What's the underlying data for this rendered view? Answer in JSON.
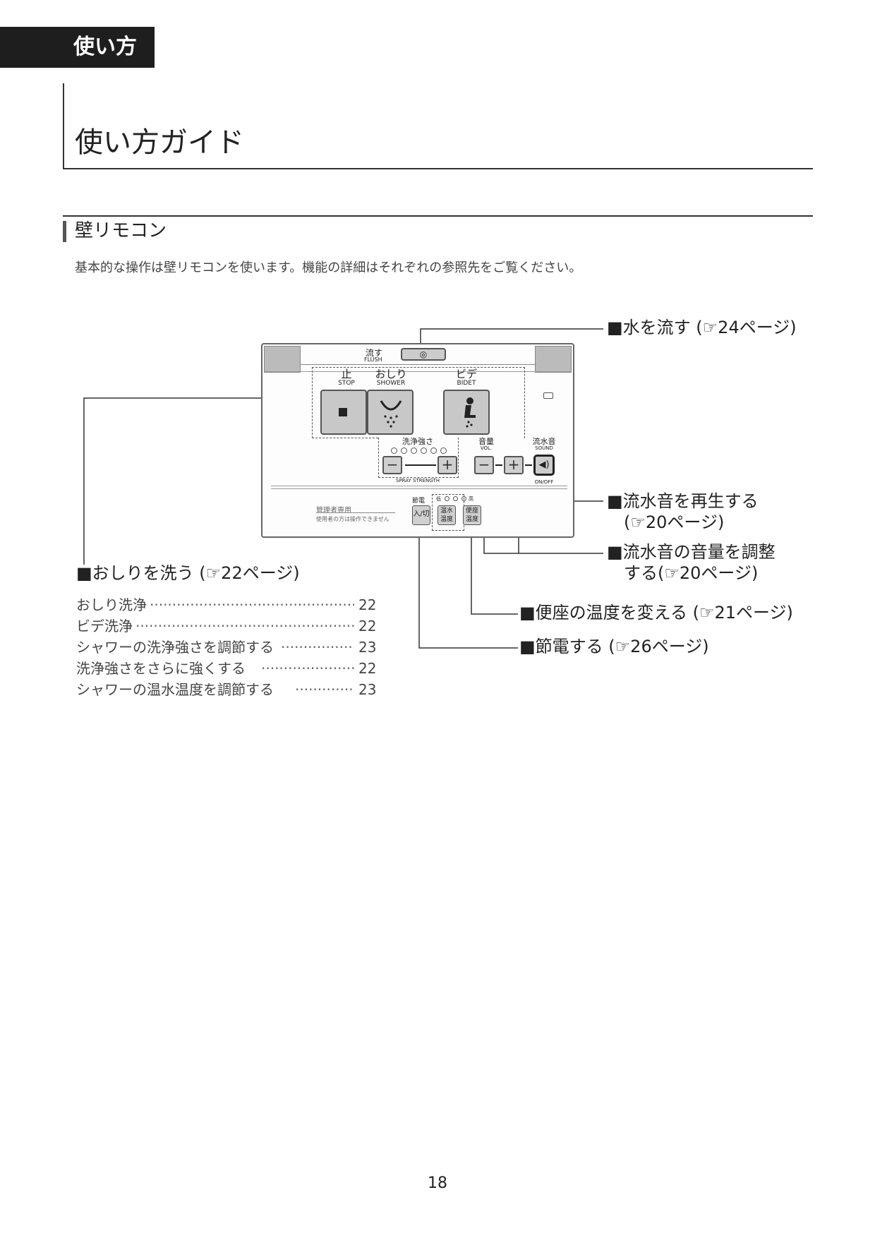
{
  "header": {
    "tab_label": "使い方",
    "page_title": "使い方ガイド"
  },
  "section": {
    "title": "壁リモコン",
    "intro": "基本的な操作は壁リモコンを使います。機能の詳細はそれぞれの参照先をご覧ください。"
  },
  "remote": {
    "flush_ja": "流す",
    "flush_en": "FLUSH",
    "stop_ja": "止",
    "stop_en": "STOP",
    "shower_ja": "おしり",
    "shower_en": "SHOWER",
    "bidet_ja": "ビデ",
    "bidet_en": "BIDET",
    "strength_ja": "洗浄強さ",
    "strength_en": "SPRAY STRENGTH",
    "vol_ja": "音量",
    "vol_en": "VOL.",
    "sound_ja": "流水音",
    "sound_en": "SOUND",
    "sound_onoff": "ON/OFF",
    "minus": "−",
    "plus": "+",
    "admin_label": "管理者専用",
    "admin_note": "使用者の方は操作できません",
    "power_save_label": "節電",
    "power_save_btn": "入/切",
    "low": "低",
    "high": "高",
    "water_temp_btn": "温水温度",
    "seat_temp_btn": "便座温度"
  },
  "callouts": {
    "flush": "■水を流す (☞24ページ)",
    "sound_play_1": "■流水音を再生する",
    "sound_play_2": "(☞20ページ)",
    "sound_vol_1": "■流水音の音量を調整",
    "sound_vol_2": "する(☞20ページ)",
    "seat_temp": "■便座の温度を変える (☞21ページ)",
    "power_save": "■節電する (☞26ページ)",
    "wash": "■おしりを洗う (☞22ページ)"
  },
  "toc": [
    {
      "label": "おしり洗浄",
      "page": "22"
    },
    {
      "label": "ビデ洗浄",
      "page": "22"
    },
    {
      "label": "シャワーの洗浄強さを調節する",
      "page": "23"
    },
    {
      "label": "洗浄強さをさらに強くする",
      "page": "22"
    },
    {
      "label": "シャワーの温水温度を調節する",
      "page": "23"
    }
  ],
  "page_number": "18"
}
